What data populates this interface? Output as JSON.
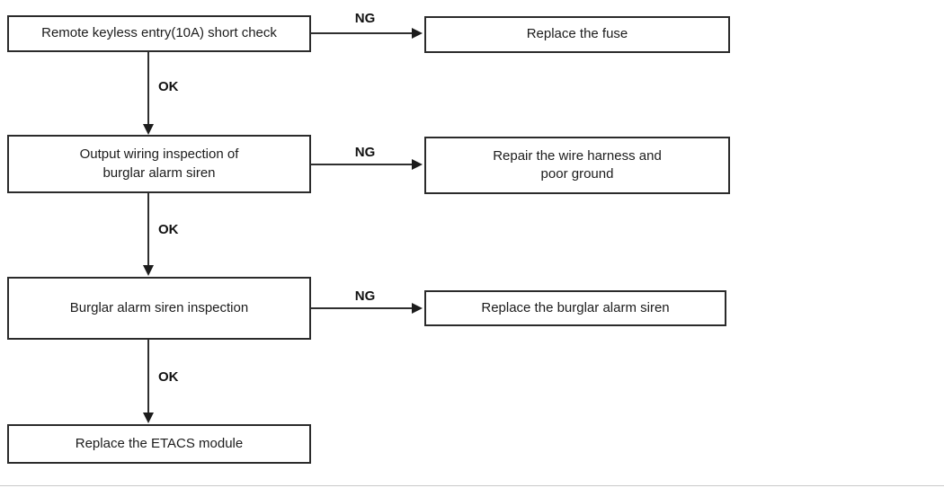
{
  "colors": {
    "background": "#ffffff",
    "box_border": "#2b2b2b",
    "line": "#2f2f2f",
    "text": "#1c1c1c"
  },
  "flowchart": {
    "rows": [
      {
        "step_lines": [
          "Remote keyless entry(10A) short check"
        ],
        "ng_label": "NG",
        "result_lines": [
          "Replace the fuse"
        ],
        "ok_label": "OK"
      },
      {
        "step_lines": [
          "Output wiring inspection of",
          "burglar alarm siren"
        ],
        "ng_label": "NG",
        "result_lines": [
          "Repair the wire harness and",
          "poor ground"
        ],
        "ok_label": "OK"
      },
      {
        "step_lines": [
          "Burglar alarm siren inspection"
        ],
        "ng_label": "NG",
        "result_lines": [
          "Replace the burglar alarm siren"
        ],
        "ok_label": "OK"
      },
      {
        "step_lines": [
          "Replace the ETACS module"
        ]
      }
    ]
  }
}
